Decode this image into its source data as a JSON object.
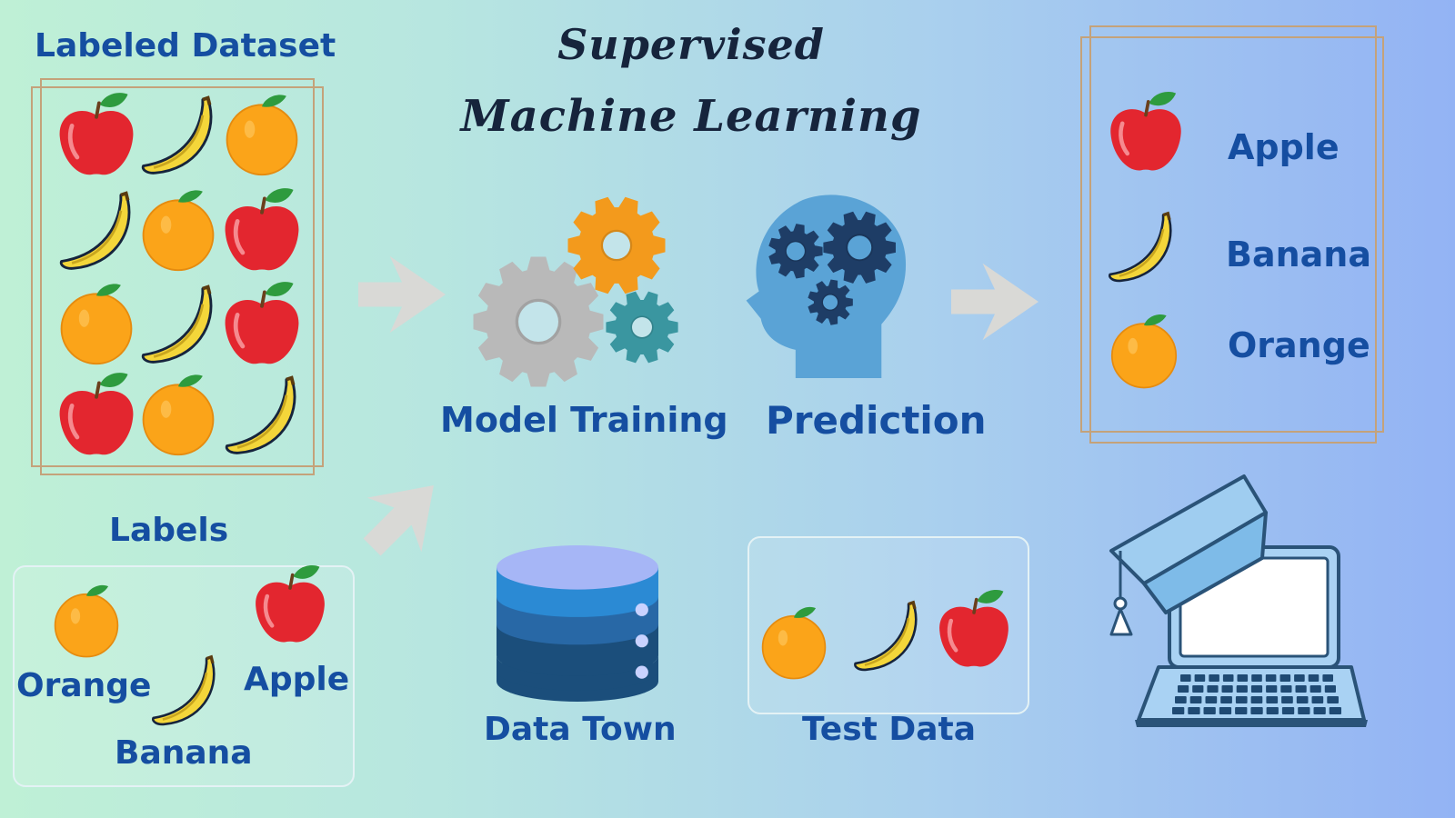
{
  "title": {
    "line1": "Supervised",
    "line2": "Machine Learning"
  },
  "labeled_dataset": {
    "heading": "Labeled Dataset",
    "grid": [
      [
        "apple",
        "banana",
        "orange"
      ],
      [
        "banana",
        "orange",
        "apple"
      ],
      [
        "orange",
        "banana",
        "apple"
      ],
      [
        "apple",
        "orange",
        "banana"
      ]
    ]
  },
  "labels": {
    "heading": "Labels",
    "orange": "Orange",
    "apple": "Apple",
    "banana": "Banana"
  },
  "steps": {
    "model_training": "Model Training",
    "prediction": "Prediction"
  },
  "data_store": {
    "label": "Data Town"
  },
  "test_data": {
    "label": "Test Data",
    "items": [
      "orange",
      "banana",
      "apple"
    ]
  },
  "output": {
    "items": [
      {
        "fruit": "apple",
        "label": "Apple"
      },
      {
        "fruit": "banana",
        "label": "Banana"
      },
      {
        "fruit": "orange",
        "label": "Orange"
      }
    ]
  },
  "colors": {
    "label_blue": "#154ea1",
    "title_dark": "#16243c",
    "apple_red": "#e3262f",
    "banana_yellow": "#f4d63a",
    "orange_fill": "#fba419",
    "gear_gray": "#b9b9b9",
    "gear_orange": "#f39a1c",
    "gear_teal": "#3a96a0",
    "head_blue": "#5aa3d6",
    "head_gear": "#1e3d66",
    "arrow_gray": "#d9d9d6",
    "frame_gold": "#c4a27a"
  },
  "icons": [
    "apple-icon",
    "banana-icon",
    "orange-icon",
    "gears-icon",
    "brain-head-icon",
    "database-icon",
    "laptop-graduation-cap-icon",
    "arrow-icon"
  ]
}
